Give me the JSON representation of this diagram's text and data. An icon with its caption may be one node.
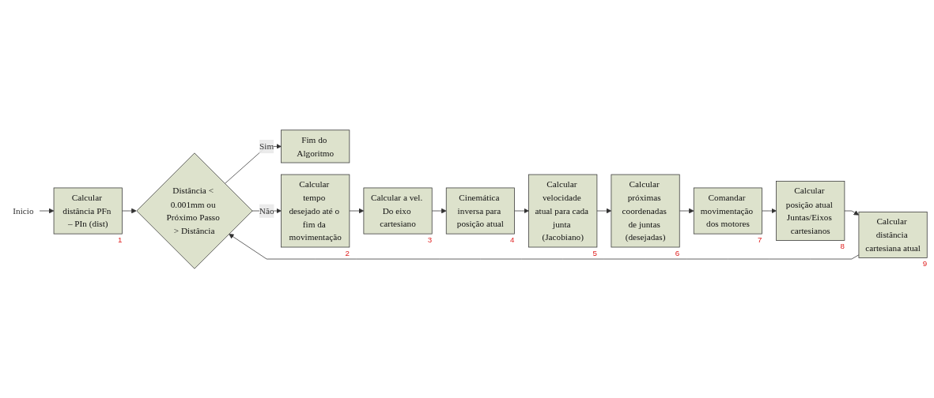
{
  "diagram": {
    "nodes": [
      {
        "text": [
          "Inicio"
        ]
      },
      {
        "text": [
          "Calcular distância PFn – PIn (dist)"
        ],
        "beside": [
          "1"
        ]
      },
      {
        "text": [
          "Distância < 0.001mm ou Próximo Passo > Distância"
        ]
      },
      {
        "text": [
          "Fim do Algoritmo"
        ]
      },
      {
        "text": [
          "Calcular tempo desejado até o fim da movimentação"
        ],
        "beside": [
          "2"
        ]
      },
      {
        "text": [
          "Calcular a vel. Do eixo cartesiano"
        ],
        "beside": [
          "3"
        ]
      },
      {
        "text": [
          "Cinemática inversa para posição atual"
        ],
        "beside": [
          "4"
        ]
      },
      {
        "text": [
          "Calcular velocidade atual para cada junta (Jacobiano)"
        ],
        "beside": [
          "5"
        ]
      },
      {
        "text": [
          "Calcular próximas coordenadas de juntas (desejadas)"
        ],
        "beside": [
          "6"
        ]
      },
      {
        "text": [
          "Comandar movimentação dos motores"
        ],
        "beside": [
          "7"
        ]
      },
      {
        "text": [
          "Calcular posição atual Juntas/Eixos cartesianos"
        ],
        "beside": [
          "8"
        ]
      },
      {
        "text": [
          "Calcular distância cartesiana atual"
        ],
        "beside": [
          "9"
        ]
      }
    ],
    "edges": [
      {
        "from": 0,
        "to": 1,
        "arrow": "to"
      },
      {
        "from": 1,
        "to": 2,
        "arrow": "to"
      },
      {
        "from": 2,
        "to": 3,
        "arrow": "to",
        "label": "Sim"
      },
      {
        "from": 2,
        "to": 4,
        "arrow": "to",
        "label": "Não"
      },
      {
        "from": 4,
        "to": 5,
        "arrow": "to"
      },
      {
        "from": 5,
        "to": 6,
        "arrow": "to"
      },
      {
        "from": 6,
        "to": 7,
        "arrow": "to"
      },
      {
        "from": 7,
        "to": 8,
        "arrow": "to"
      },
      {
        "from": 8,
        "to": 9,
        "arrow": "to"
      },
      {
        "from": 9,
        "to": 10,
        "arrow": "to"
      },
      {
        "from": 10,
        "to": 11,
        "arrow": "to"
      },
      {
        "from": 11,
        "to": 2,
        "arrow": "to"
      }
    ]
  }
}
